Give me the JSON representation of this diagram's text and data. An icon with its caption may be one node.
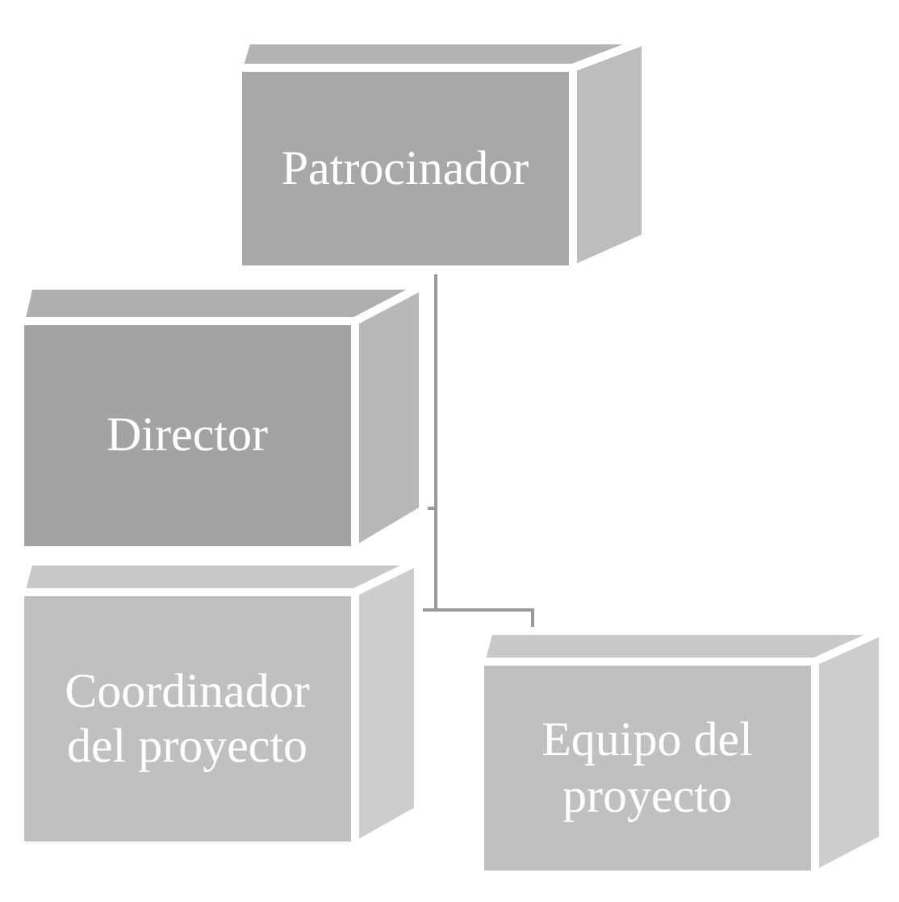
{
  "diagram": {
    "nodes": [
      {
        "text": [
          "Patrocinador"
        ]
      },
      {
        "text": [
          "Director"
        ]
      },
      {
        "text": [
          "Coordinador del proyecto"
        ]
      },
      {
        "text": [
          "Equipo del proyecto"
        ]
      }
    ],
    "edges": [
      {
        "from": 0,
        "to": 1,
        "arrow": "none"
      },
      {
        "from": 0,
        "to": 2,
        "arrow": "none"
      },
      {
        "from": 0,
        "to": 3,
        "arrow": "none"
      }
    ]
  }
}
